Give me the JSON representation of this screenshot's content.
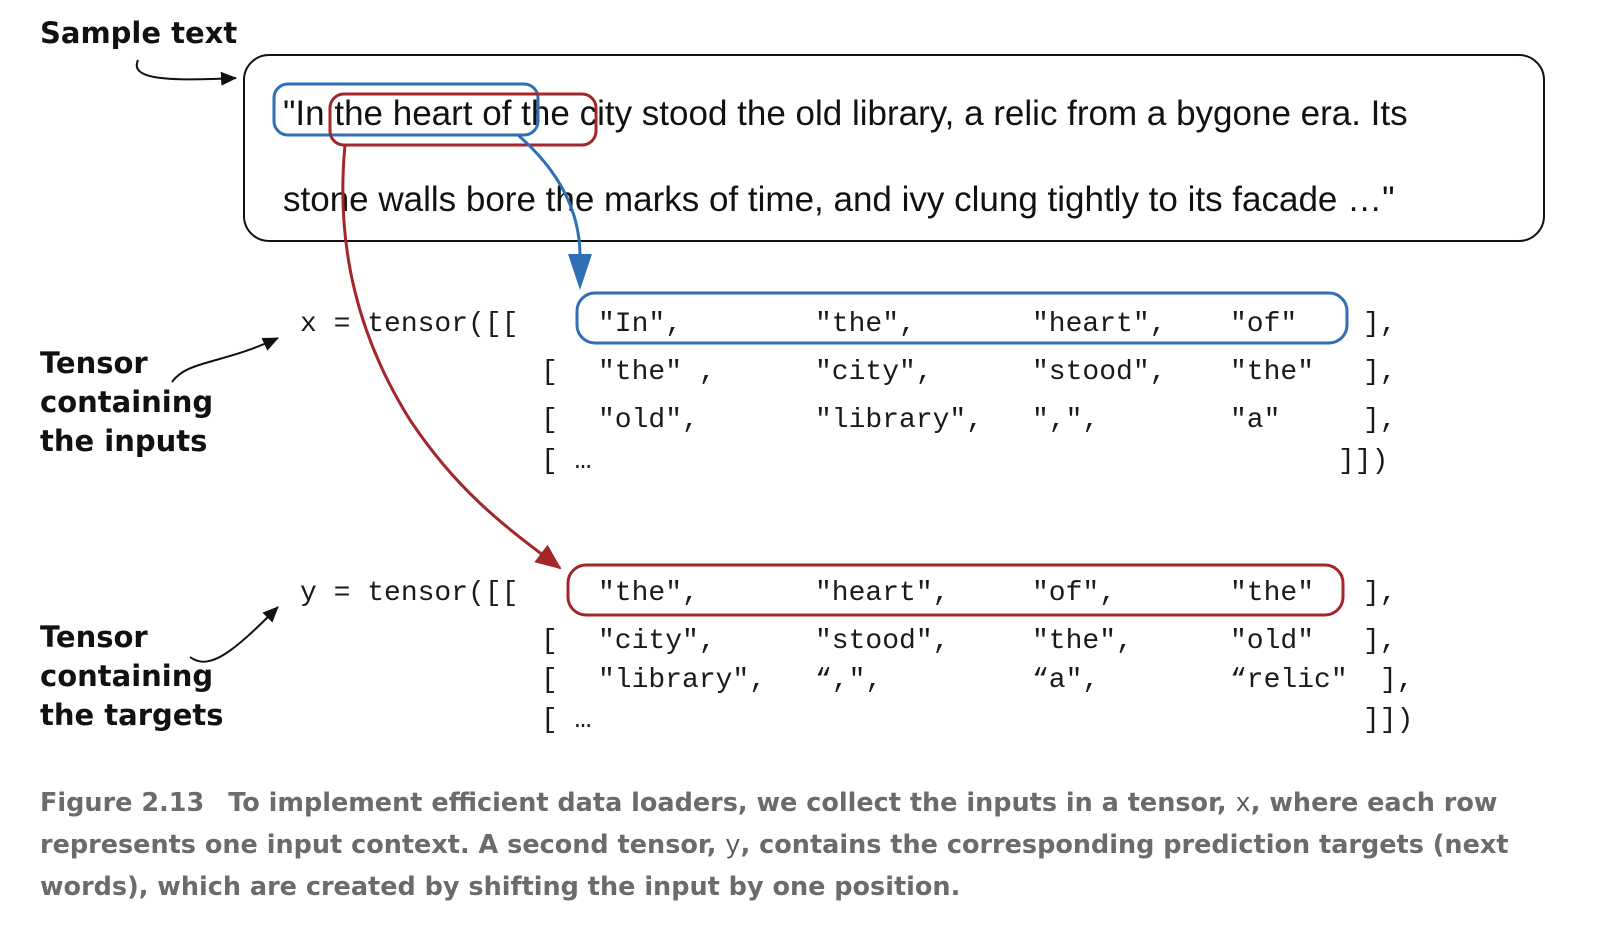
{
  "labels": {
    "sample_text": "Sample text",
    "inputs": [
      "Tensor",
      "containing",
      "the inputs"
    ],
    "targets": [
      "Tensor",
      "containing",
      "the targets"
    ]
  },
  "sample": {
    "line1_first": "\"In",
    "line1_highlight": "the heart of",
    "line1_the": "the",
    "line1_rest": "city stood the old library, a relic from a bygone era. Its",
    "line2": "stone walls bore the marks of time, and ivy clung tightly to its facade …\""
  },
  "x_tensor": {
    "prefix": "x = tensor([[",
    "rows": [
      [
        "\"In\",",
        "\"the\",",
        "\"heart\",",
        "\"of\""
      ],
      [
        "\"the\" ,",
        "\"city\",",
        "\"stood\",",
        "\"the\""
      ],
      [
        "\"old\",",
        "\"library\",",
        "\",\",",
        "\"a\""
      ]
    ],
    "row_ends": [
      "],",
      "],",
      "],"
    ],
    "open_bracket": "[",
    "ellipsis_row": "[ …",
    "close": "]])"
  },
  "y_tensor": {
    "prefix": "y = tensor([[",
    "rows": [
      [
        "\"the\",",
        "\"heart\",",
        "\"of\",",
        "\"the\""
      ],
      [
        "\"city\",",
        "\"stood\",",
        "\"the\",",
        "\"old\""
      ],
      [
        "\"library\",",
        "“,\",",
        "“a\",",
        "“relic\""
      ]
    ],
    "row_ends": [
      "],",
      "],",
      "],"
    ],
    "open_bracket": "[",
    "ellipsis_row": "[ …",
    "close": "]])"
  },
  "caption": {
    "figure": "Figure 2.13",
    "part1": "To implement efficient data loaders, we collect the inputs in a tensor, ",
    "x": "x",
    "part2": ", where each row represents one input context. A second tensor, ",
    "y": "y",
    "part3": ", contains the corresponding prediction targets (next words), which are created by shifting the input by one position."
  },
  "colors": {
    "blue": "#2f6fb5",
    "red": "#a3262a",
    "text": "#1a1a1a",
    "caption": "#6b6b6b"
  }
}
